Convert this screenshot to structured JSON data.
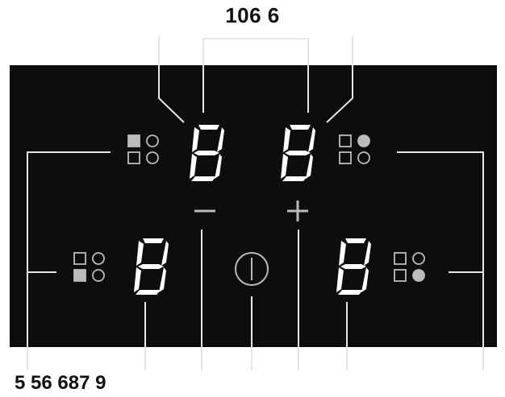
{
  "labels": {
    "top": "106 6",
    "bottom": "5 56 687 9"
  },
  "displays": [
    {
      "name": "rear-left",
      "digit": "8"
    },
    {
      "name": "rear-right",
      "digit": "8"
    },
    {
      "name": "front-left",
      "digit": "8"
    },
    {
      "name": "front-right",
      "digit": "8"
    }
  ],
  "controls": {
    "minus": "−",
    "plus": "+"
  },
  "icons": [
    "zone-indicator-icon",
    "minus-icon",
    "plus-icon",
    "power-icon"
  ],
  "colors": {
    "panel": "#0d0d0d",
    "lines": "#e6e6e6",
    "segment": "#ffffff",
    "indicator": "#bbbbbb",
    "label": "#111111"
  }
}
